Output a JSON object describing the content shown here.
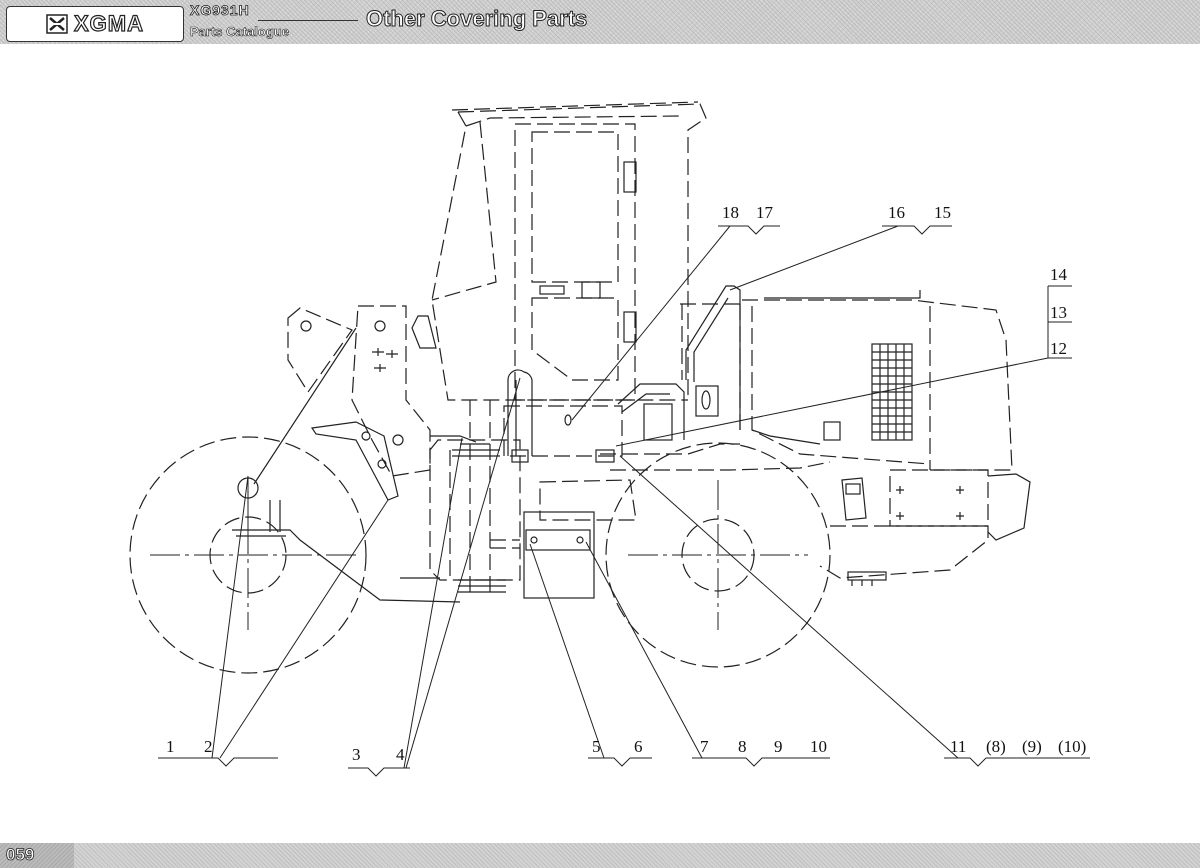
{
  "header": {
    "brand": "XGMA",
    "model": "XG931H",
    "catalogue": "Parts Catalogue",
    "section_title": "Other Covering Parts"
  },
  "footer": {
    "page_number": "059"
  },
  "callouts": {
    "c1": "1",
    "c2": "2",
    "c3": "3",
    "c4": "4",
    "c5": "5",
    "c6": "6",
    "c7": "7",
    "c8": "8",
    "c9": "9",
    "c10": "10",
    "c11": "11",
    "c8p": "(8)",
    "c9p": "(9)",
    "c10p": "(10)",
    "c12": "12",
    "c13": "13",
    "c14": "14",
    "c15": "15",
    "c16": "16",
    "c17": "17",
    "c18": "18"
  },
  "colors": {
    "line": "#222222",
    "header_bg": "#cfcfcf"
  }
}
